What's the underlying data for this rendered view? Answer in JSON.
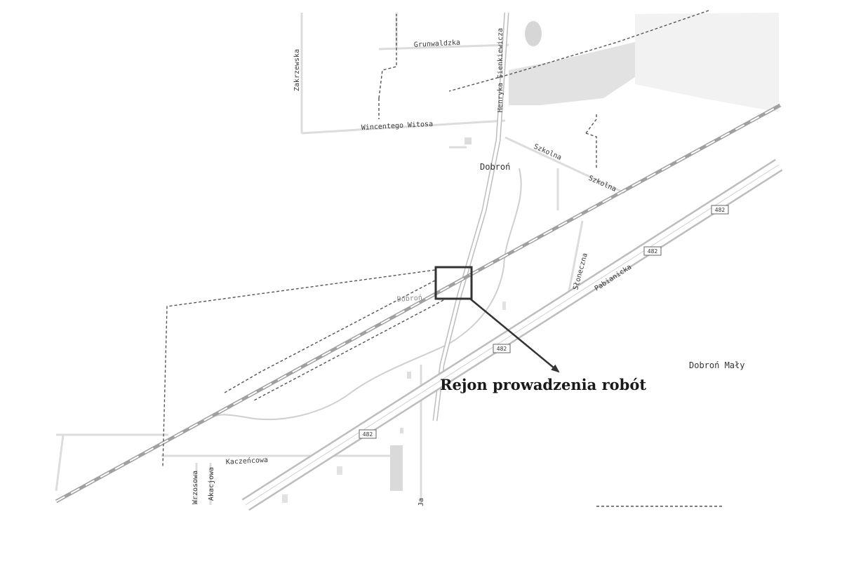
{
  "map": {
    "streets": {
      "grunwaldzka": "Grunwaldzka",
      "zakrzewska": "Zakrzewska",
      "sienkiewicza": "Henryka Sienkiewicza",
      "witosa": "Wincentego Witosa",
      "szkolna_1": "Szkolna",
      "szkolna_2": "Szkolna",
      "sloneczna": "Słoneczna",
      "pabianicka": "Pabianicka",
      "kaczencowa": "Kaczeńcowa",
      "wrzosowa": "Wrzosowa",
      "akacjowa": "Akacjowa",
      "bottom_street": "Ja"
    },
    "places": {
      "dobron": "Dobroń",
      "dobron_station": "Dobroń",
      "dobron_maly": "Dobroń Mały"
    },
    "route_shields": [
      "482",
      "482",
      "482",
      "482"
    ],
    "annotation": {
      "label": "Rejon prowadzenia robót"
    },
    "colors": {
      "background": "#ffffff",
      "road": "#d9d9d9",
      "road_edge": "#bdbdbd",
      "railway": "#9a9a9a",
      "boundary": "#555555",
      "green": "#e6e6e6",
      "annotation": "#333333"
    }
  }
}
